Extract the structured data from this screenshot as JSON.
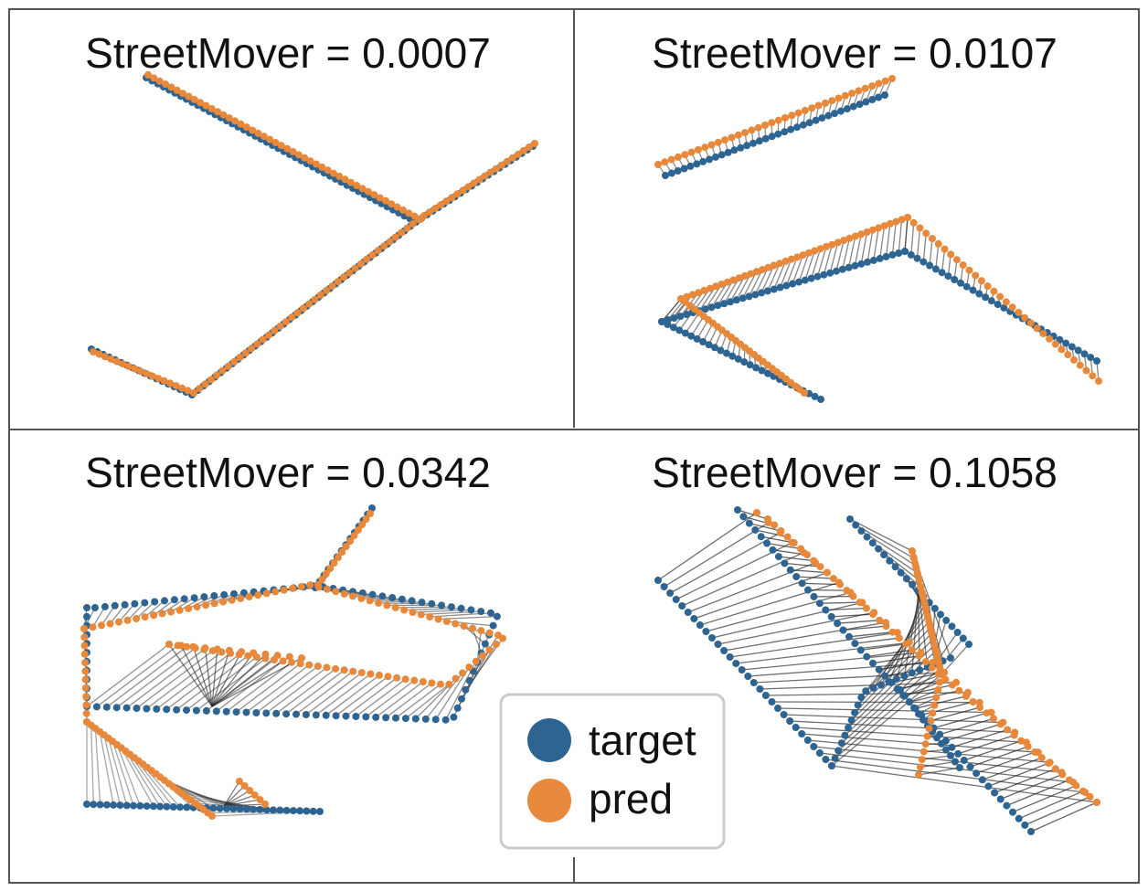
{
  "panels": [
    {
      "title": "StreetMover = 0.0007"
    },
    {
      "title": "StreetMover = 0.0107"
    },
    {
      "title": "StreetMover = 0.0342"
    },
    {
      "title": "StreetMover = 0.1058"
    }
  ],
  "legend": {
    "items": [
      {
        "label": "target",
        "color": "#2e6491"
      },
      {
        "label": "pred",
        "color": "#e8883a"
      }
    ]
  },
  "colors": {
    "target": "#2e6491",
    "pred": "#e8883a",
    "match": "#222222",
    "grid": "#555555"
  }
}
